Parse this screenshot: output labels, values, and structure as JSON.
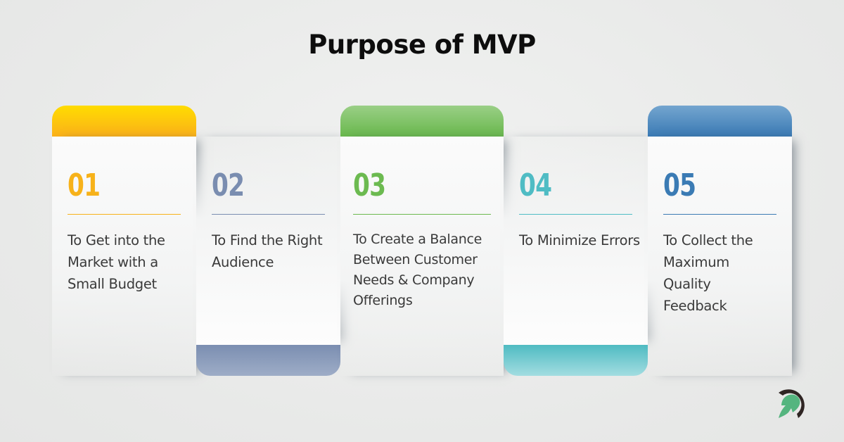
{
  "title": "Purpose of MVP",
  "cards": [
    {
      "number": "01",
      "text": "To Get into the Market with a Small Budget",
      "color": "#f7b21a",
      "cap_from": "#ffdc00",
      "cap_to": "#fbb11a",
      "cap_position": "top"
    },
    {
      "number": "02",
      "text": "To Find the Right Audience",
      "color": "#7a8db0",
      "cap_from": "#7b8eb1",
      "cap_to": "#9eadc7",
      "cap_position": "bottom"
    },
    {
      "number": "03",
      "text": "To Create a Balance Between Customer Needs & Company Offerings",
      "color": "#6cba50",
      "cap_from": "#9acf86",
      "cap_to": "#69b84d",
      "cap_position": "top"
    },
    {
      "number": "04",
      "text": "To Minimize Errors",
      "color": "#4fbcc4",
      "cap_from": "#4fbbc2",
      "cap_to": "#a3dde1",
      "cap_position": "bottom"
    },
    {
      "number": "05",
      "text": "To Collect the Maximum Quality Feedback",
      "color": "#3b7bb4",
      "cap_from": "#74a5cf",
      "cap_to": "#3a7ab4",
      "cap_position": "top"
    }
  ],
  "logo": {
    "icon": "spartan-helmet-logo-icon",
    "colors": [
      "#2f2523",
      "#55b57f"
    ]
  }
}
